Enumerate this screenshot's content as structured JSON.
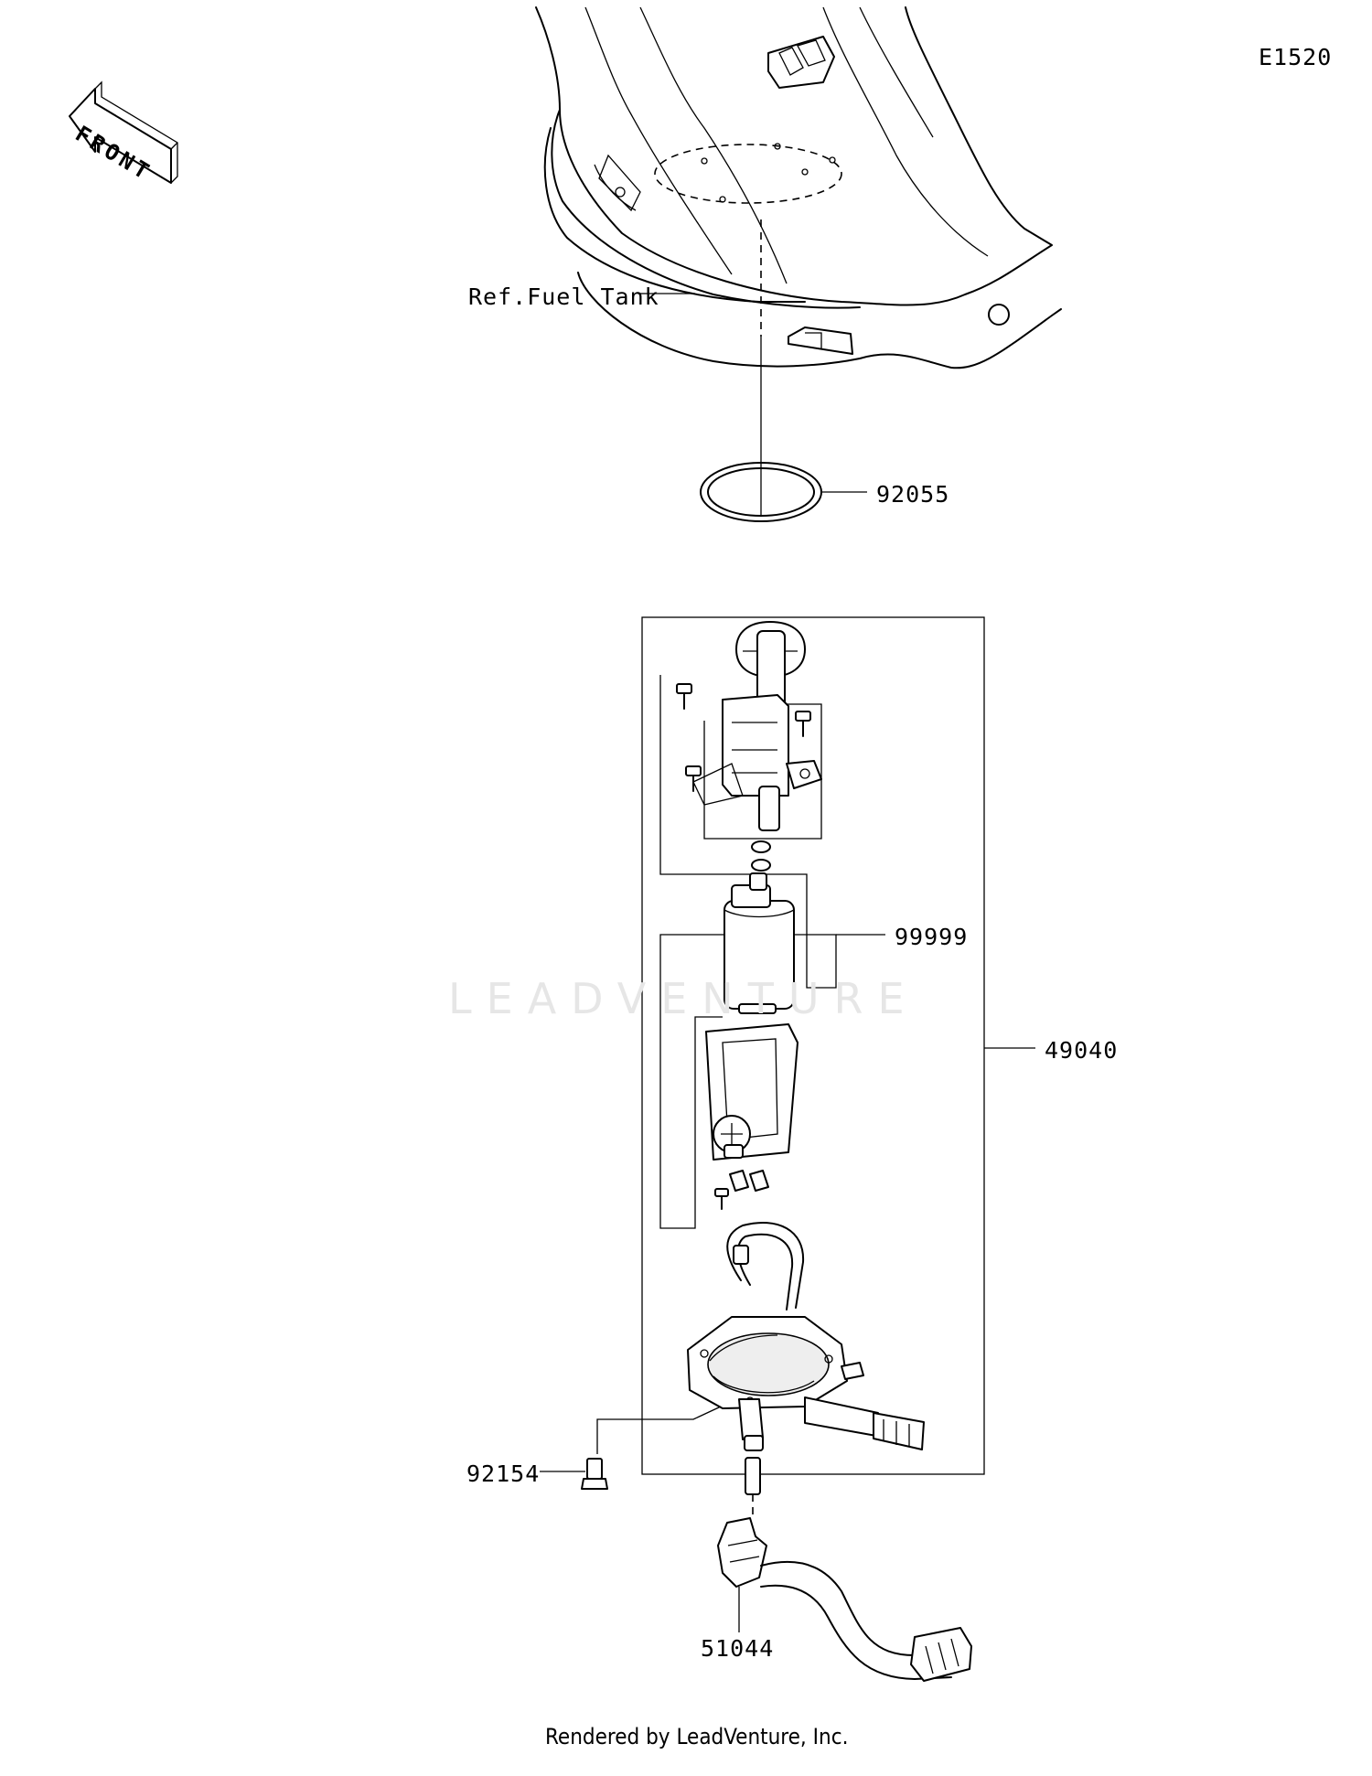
{
  "diagram_code": "E1520",
  "front_label": "FRONT",
  "ref_label": "Ref.Fuel Tank",
  "parts": {
    "o_ring": "92055",
    "pump_kit": "99999",
    "fuel_pump_assy": "49040",
    "bolt": "92154",
    "hose_assy": "51044"
  },
  "watermark": "LEADVENTURE",
  "footer": "Rendered by LeadVenture, Inc."
}
